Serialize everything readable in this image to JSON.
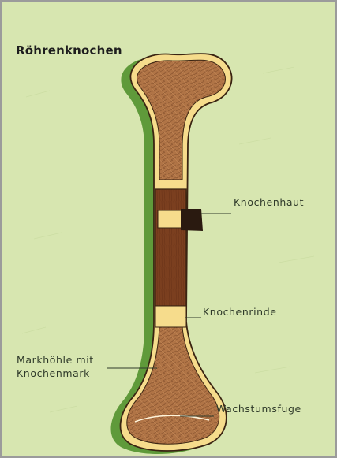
{
  "title": "Röhrenknochen",
  "labels": {
    "knochenhaut": "Knochenhaut",
    "knochenrinde": "Knochenrinde",
    "markhoehle_line1": "Markhöhle mit",
    "markhoehle_line2": "Knochenmark",
    "wachstumsfuge": "Wachstumsfuge"
  },
  "colors": {
    "background": "#d7e6b0",
    "bone_shadow": "#5f9a3a",
    "bone_outline": "#3a2412",
    "spongy_bone": "#b07446",
    "cortex": "#f6dc8c",
    "marrow_shaft": "#7b3f1f",
    "periosteum": "#2a1a10",
    "leader_line": "#2f3a2a"
  }
}
